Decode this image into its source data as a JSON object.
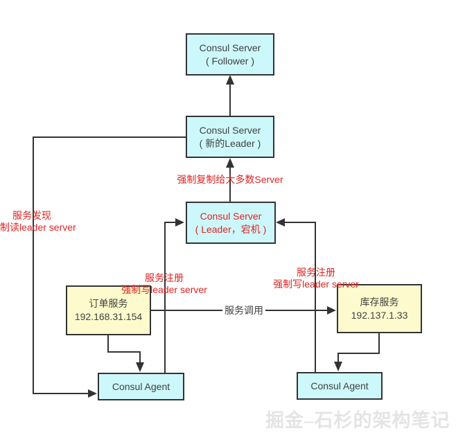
{
  "diagram": {
    "title_hint": "Consul leader failover / service registration diagram",
    "colors": {
      "server_box_fill": "#cdf8fb",
      "service_box_fill": "#fdfbcd",
      "border": "#333333",
      "annotation_red": "#e02222",
      "text_dark": "#404040",
      "watermark_gray": "#e4e4e4"
    },
    "nodes": {
      "follower": {
        "line1": "Consul Server",
        "line2": "( Follower )"
      },
      "new_leader": {
        "line1": "Consul Server",
        "line2": "( 新的Leader )"
      },
      "leader_down": {
        "line1": "Consul Server",
        "line2": "( Leader，宕机 )"
      },
      "order_service": {
        "line1": "订单服务",
        "line2": "192.168.31.154"
      },
      "inventory_service": {
        "line1": "库存服务",
        "line2": "192.137.1.33"
      },
      "agent_left": {
        "label": "Consul Agent"
      },
      "agent_right": {
        "label": "Consul Agent"
      }
    },
    "labels": {
      "force_replicate": "强制复制给大多数Server",
      "discovery_line1": "服务发现",
      "discovery_line2": "制读leader server",
      "register_left_line1": "服务注册",
      "register_left_line2": "强制写leader server",
      "register_right_line1": "服务注册",
      "register_right_line2": "强制写leader server",
      "service_call": "服务调用",
      "watermark": "掘金–石杉的架构笔记"
    }
  }
}
